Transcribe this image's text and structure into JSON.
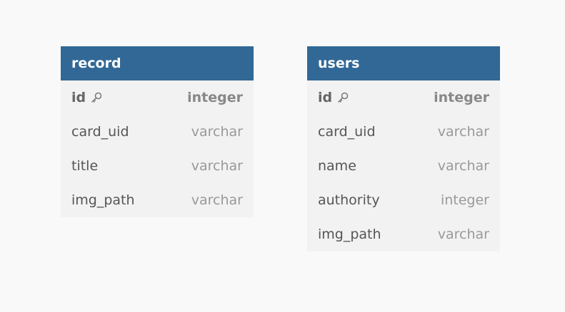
{
  "tables": [
    {
      "name": "record",
      "columns": [
        {
          "name": "id",
          "type": "integer",
          "pk": true
        },
        {
          "name": "card_uid",
          "type": "varchar",
          "pk": false
        },
        {
          "name": "title",
          "type": "varchar",
          "pk": false
        },
        {
          "name": "img_path",
          "type": "varchar",
          "pk": false
        }
      ]
    },
    {
      "name": "users",
      "columns": [
        {
          "name": "id",
          "type": "integer",
          "pk": true
        },
        {
          "name": "card_uid",
          "type": "varchar",
          "pk": false
        },
        {
          "name": "name",
          "type": "varchar",
          "pk": false
        },
        {
          "name": "authority",
          "type": "integer",
          "pk": false
        },
        {
          "name": "img_path",
          "type": "varchar",
          "pk": false
        }
      ]
    }
  ],
  "colors": {
    "header_bg": "#316896",
    "header_text": "#ffffff",
    "body_bg": "#f2f2f2",
    "canvas_bg": "#f9f9f9"
  },
  "icons": {
    "primary_key": "key-icon"
  }
}
